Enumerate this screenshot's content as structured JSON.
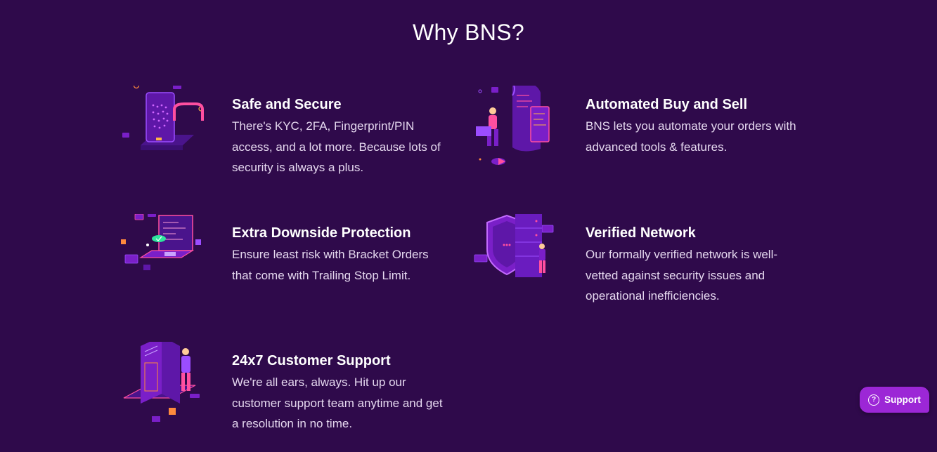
{
  "section": {
    "title": "Why BNS?"
  },
  "features": [
    {
      "title": "Safe and Secure",
      "description": "There's KYC, 2FA, Fingerprint/PIN access, and a lot more. Because lots of security is always a plus.",
      "icon": "secure-lock-phone-illustration"
    },
    {
      "title": "Automated Buy and Sell",
      "description": "BNS lets you automate your orders with advanced tools & features.",
      "icon": "automation-person-laptop-illustration"
    },
    {
      "title": "Extra Downside Protection",
      "description": "Ensure least risk with Bracket Orders that come with Trailing Stop Limit.",
      "icon": "laptop-protection-illustration"
    },
    {
      "title": "Verified Network",
      "description": "Our formally verified network is well-vetted against security issues and operational inefficiencies.",
      "icon": "shield-server-illustration"
    },
    {
      "title": "24x7 Customer Support",
      "description": "We're all ears, always. Hit up our customer support team anytime and get a resolution in no time.",
      "icon": "support-person-server-illustration"
    }
  ],
  "support_widget": {
    "label": "Support",
    "icon_glyph": "?"
  },
  "colors": {
    "background": "#2f0a4b",
    "accent": "#9c27d6",
    "illustration_primary": "#7a1fc8",
    "illustration_highlight": "#ff4fa0"
  }
}
